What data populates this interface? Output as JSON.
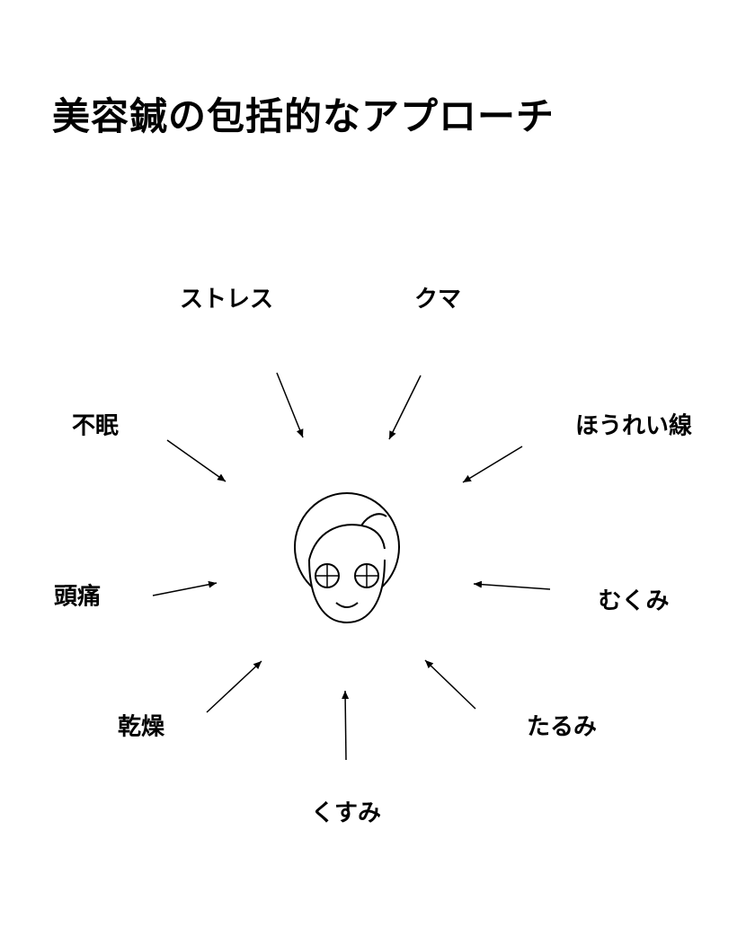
{
  "title": "美容鍼の包括的なアプローチ",
  "center_figure": "face-with-eye-pads-icon",
  "colors": {
    "background": "#ffffff",
    "text": "#000000",
    "line": "#000000"
  },
  "factors": [
    {
      "id": "stress",
      "label": "ストレス"
    },
    {
      "id": "dark-circles",
      "label": "クマ"
    },
    {
      "id": "insomnia",
      "label": "不眠"
    },
    {
      "id": "nasolabial-folds",
      "label": "ほうれい線"
    },
    {
      "id": "headache",
      "label": "頭痛"
    },
    {
      "id": "puffiness",
      "label": "むくみ"
    },
    {
      "id": "dryness",
      "label": "乾燥"
    },
    {
      "id": "sagging",
      "label": "たるみ"
    },
    {
      "id": "dullness",
      "label": "くすみ"
    }
  ]
}
